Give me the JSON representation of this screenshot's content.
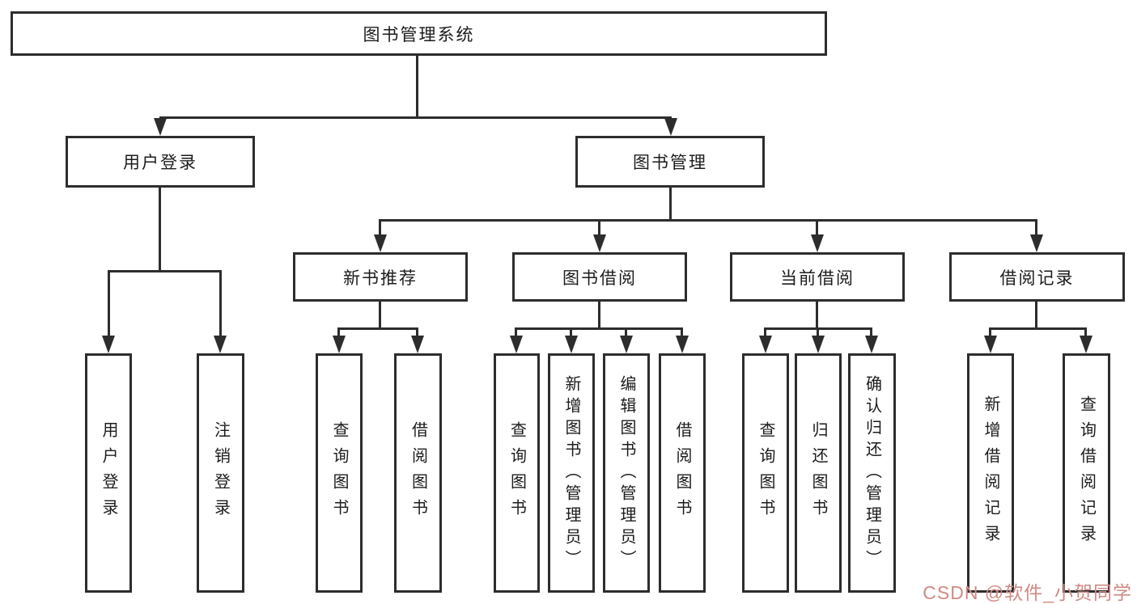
{
  "diagram": {
    "root": "图书管理系统",
    "level2": [
      {
        "label": "用户登录"
      },
      {
        "label": "图书管理"
      }
    ],
    "level3": [
      {
        "label": "新书推荐"
      },
      {
        "label": "图书借阅"
      },
      {
        "label": "当前借阅"
      },
      {
        "label": "借阅记录"
      }
    ],
    "leaves": {
      "user_login": [
        "用户登录",
        "注销登录"
      ],
      "new_rec": [
        "查询图书",
        "借阅图书"
      ],
      "book_borrow": [
        "查询图书",
        "新增图书（管理员）",
        "编辑图书（管理员）",
        "借阅图书"
      ],
      "current_borrow": [
        "查询图书",
        "归还图书",
        "确认归还（管理员）"
      ],
      "borrow_records": [
        "新增借阅记录",
        "查询借阅记录"
      ]
    }
  },
  "watermark": {
    "text": "CSDN @软件_小贺同学"
  },
  "colors": {
    "line": "#2d2d2d",
    "text": "#1c1c1c",
    "background": "#ffffff",
    "watermark": "#d18a85"
  }
}
